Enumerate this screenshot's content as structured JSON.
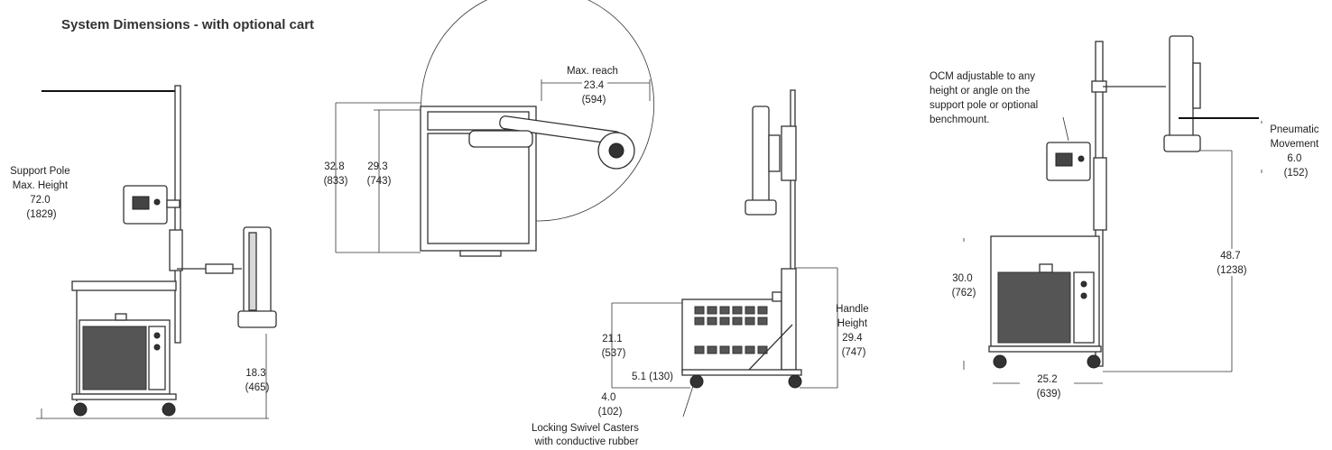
{
  "title": "System Dimensions - with optional cart",
  "view_left": {
    "support_pole": [
      "Support Pole",
      "Max. Height",
      "72.0",
      "(1829)"
    ],
    "cart_height": [
      "18.3",
      "(465)"
    ]
  },
  "view_top": {
    "max_reach": [
      "Max. reach",
      "23.4",
      "(594)"
    ],
    "depth_outer": [
      "32.8",
      "(833)"
    ],
    "depth_inner": [
      "29.3",
      "(743)"
    ]
  },
  "view_side": {
    "cart_body": [
      "21.1",
      "(537)"
    ],
    "offset": "5.1 (130)",
    "caster": [
      "4.0",
      "(102)"
    ],
    "casters_note": [
      "Locking Swivel Casters",
      "with conductive rubber"
    ],
    "handle": [
      "Handle",
      "Height",
      "29.4",
      "(747)"
    ]
  },
  "view_right": {
    "ocm_note": [
      "OCM adjustable to any",
      "height or angle on the",
      "support pole or optional",
      "benchmount."
    ],
    "pneumatic": [
      "Pneumatic",
      "Movement",
      "6.0",
      "(152)"
    ],
    "cart_height": [
      "30.0",
      "(762)"
    ],
    "pole_height": [
      "48.7",
      "(1238)"
    ],
    "width": [
      "25.2",
      "(639)"
    ]
  },
  "colors": {
    "line": "#333333",
    "grille": "#555555",
    "text": "#222222"
  }
}
